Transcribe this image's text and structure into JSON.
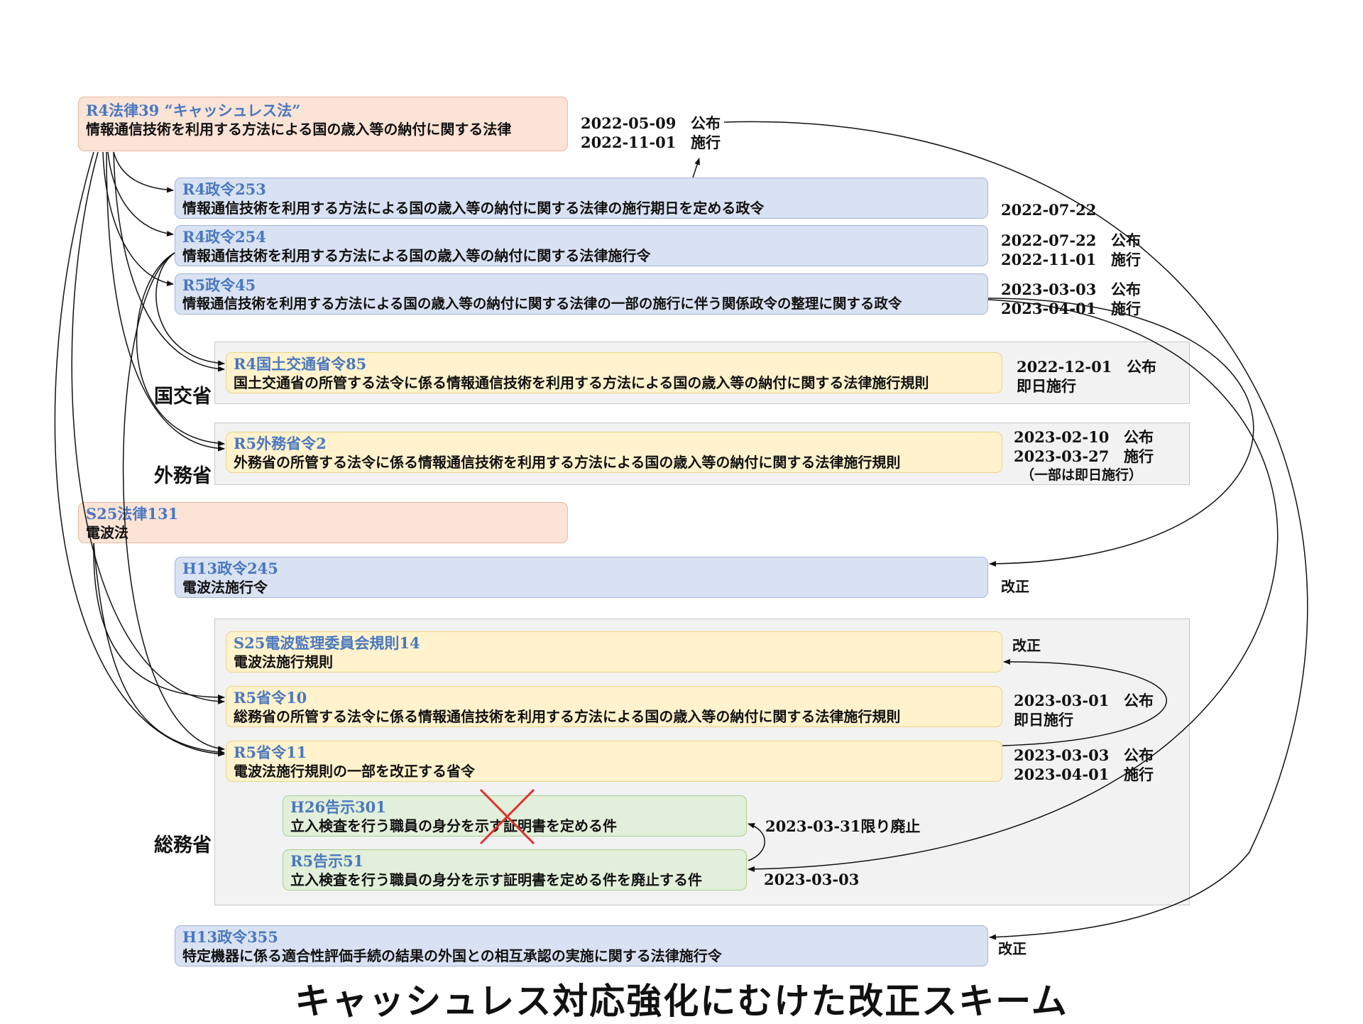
{
  "title": "キャッシュレス対応強化にむけた改正スキーム",
  "ministries": {
    "mlit": "国交省",
    "mofa": "外務省",
    "mic": "総務省"
  },
  "items": {
    "r4_law39": {
      "code": "R4法律39 “キャッシュレス法”",
      "title": "情報通信技術を利用する方法による国の歳入等の納付に関する法律"
    },
    "r4_cab253": {
      "code": "R4政令253",
      "title": "情報通信技術を利用する方法による国の歳入等の納付に関する法律の施行期日を定める政令"
    },
    "r4_cab254": {
      "code": "R4政令254",
      "title": "情報通信技術を利用する方法による国の歳入等の納付に関する法律施行令"
    },
    "r5_cab45": {
      "code": "R5政令45",
      "title": "情報通信技術を利用する方法による国の歳入等の納付に関する法律の一部の施行に伴う関係政令の整理に関する政令"
    },
    "r4_mlit85": {
      "code": "R4国土交通省令85",
      "title": "国土交通省の所管する法令に係る情報通信技術を利用する方法による国の歳入等の納付に関する法律施行規則"
    },
    "r5_mofa2": {
      "code": "R5外務省令2",
      "title": "外務省の所管する法令に係る情報通信技術を利用する方法による国の歳入等の納付に関する法律施行規則"
    },
    "s25_law131": {
      "code": "S25法律131",
      "title": "電波法"
    },
    "h13_cab245": {
      "code": "H13政令245",
      "title": "電波法施行令"
    },
    "s25_rule14": {
      "code": "S25電波監理委員会規則14",
      "title": "電波法施行規則"
    },
    "r5_mic10": {
      "code": "R5省令10",
      "title": "総務省の所管する法令に係る情報通信技術を利用する方法による国の歳入等の納付に関する法律施行規則"
    },
    "r5_mic11": {
      "code": "R5省令11",
      "title": "電波法施行規則の一部を改正する省令"
    },
    "h26_not301": {
      "code": "H26告示301",
      "title": "立入検査を行う職員の身分を示す証明書を定める件"
    },
    "r5_not51": {
      "code": "R5告示51",
      "title": "立入検査を行う職員の身分を示す証明書を定める件を廃止する件"
    },
    "h13_cab355": {
      "code": "H13政令355",
      "title": "特定機器に係る適合性評価手続の結果の外国との相互承認の実施に関する法律施行令"
    }
  },
  "notes": {
    "law39": {
      "l1d": "2022-05-09",
      "l1w": "公布",
      "l2d": "2022-11-01",
      "l2w": "施行"
    },
    "cab253": {
      "l1d": "2022-07-22"
    },
    "cab254": {
      "l1d": "2022-07-22",
      "l1w": "公布",
      "l2d": "2022-11-01",
      "l2w": "施行"
    },
    "cab45": {
      "l1d": "2023-03-03",
      "l1w": "公布",
      "l2d": "2023-04-01",
      "l2w": "施行"
    },
    "mlit85": {
      "l1d": "2022-12-01",
      "l1w": "公布",
      "l2": "即日施行"
    },
    "mofa2": {
      "l1d": "2023-02-10",
      "l1w": "公布",
      "l2d": "2023-03-27",
      "l2w": "施行",
      "l3": "（一部は即日施行）"
    },
    "cab245": {
      "text": "改正"
    },
    "rule14": {
      "text": "改正"
    },
    "mic10": {
      "l1d": "2023-03-01",
      "l1w": "公布",
      "l2": "即日施行"
    },
    "mic11": {
      "l1d": "2023-03-03",
      "l1w": "公布",
      "l2d": "2023-04-01",
      "l2w": "施行"
    },
    "not301": {
      "text": "2023-03-31限り廃止"
    },
    "not51": {
      "text": "2023-03-03"
    },
    "cab355": {
      "text": "改正"
    }
  },
  "colors": {
    "law": "#fbe3d6",
    "cabinet_order": "#d9e2f3",
    "ministerial_order": "#fff2cc",
    "notice": "#e2efda",
    "code_text": "#4a78bf",
    "cross_mark": "#e03030"
  }
}
